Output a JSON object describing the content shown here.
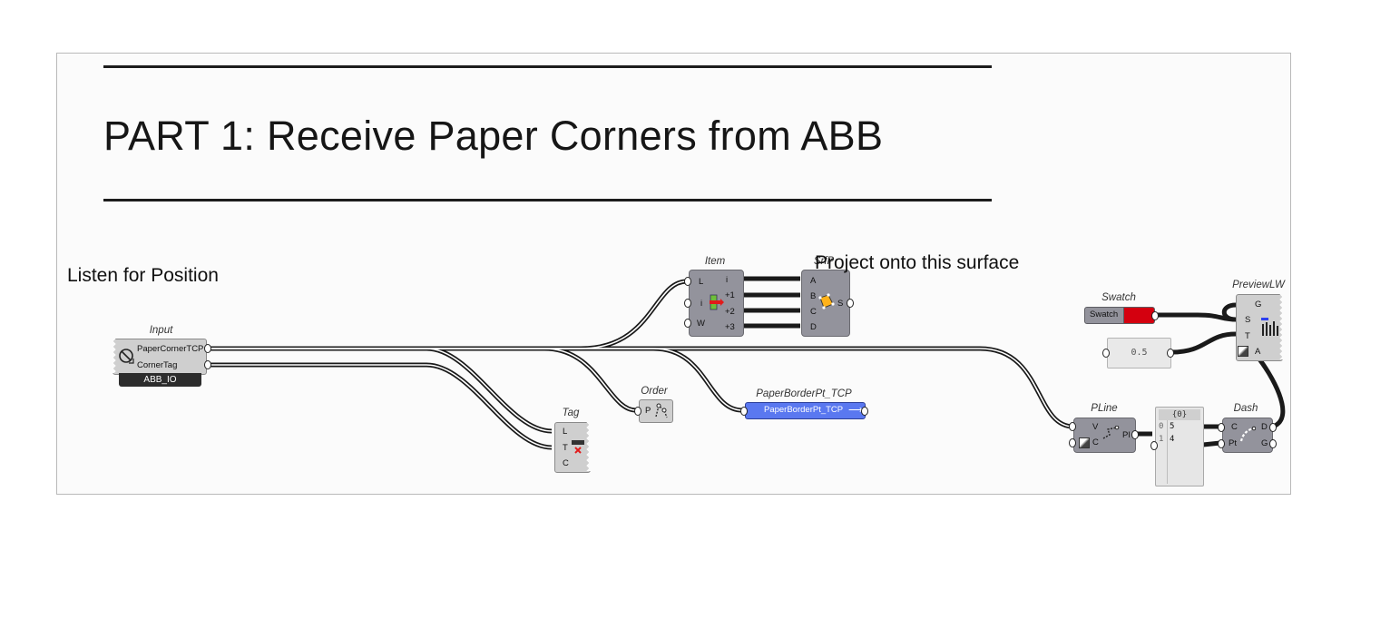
{
  "group": {
    "title": "PART 1: Receive Paper Corners from ABB",
    "notes": {
      "listen": "Listen for Position",
      "project": "Project onto this surface"
    }
  },
  "components": {
    "input": {
      "nickname": "Input",
      "outputs": [
        "PaperCornerTCP",
        "CornerTag"
      ],
      "footer": "ABB_IO"
    },
    "item": {
      "nickname": "Item",
      "inputs": [
        "L",
        "i",
        "W"
      ],
      "outputs": [
        "i",
        "+1",
        "+2",
        "+3"
      ]
    },
    "srf": {
      "nickname": "SrfP",
      "inputs": [
        "A",
        "B",
        "C",
        "D"
      ],
      "output": "S"
    },
    "tag": {
      "nickname": "Tag",
      "inputs": [
        "L",
        "T",
        "C"
      ]
    },
    "order": {
      "nickname": "Order",
      "input": "P"
    },
    "param": {
      "nickname": "PaperBorderPt_TCP",
      "label": "PaperBorderPt_TCP"
    },
    "swatch": {
      "nickname": "Swatch",
      "label": "Swatch",
      "color": "#d4000f"
    },
    "panel_value": "0.5",
    "preview": {
      "nickname": "PreviewLW",
      "inputs": [
        "G",
        "S",
        "T",
        "A"
      ]
    },
    "pline": {
      "nickname": "PLine",
      "inputs": [
        "V",
        "C"
      ],
      "output": "Pl"
    },
    "datapanel": {
      "header": "{0}",
      "rows": [
        {
          "index": "0",
          "value": "5"
        },
        {
          "index": "1",
          "value": "4"
        }
      ]
    },
    "dash": {
      "nickname": "Dash",
      "inputs": [
        "C",
        "Pt"
      ],
      "outputs": [
        "D",
        "G"
      ]
    }
  },
  "colors": {
    "component": "#93939c",
    "param_blue": "#5a78f0",
    "wire": "#1a1a1a"
  }
}
